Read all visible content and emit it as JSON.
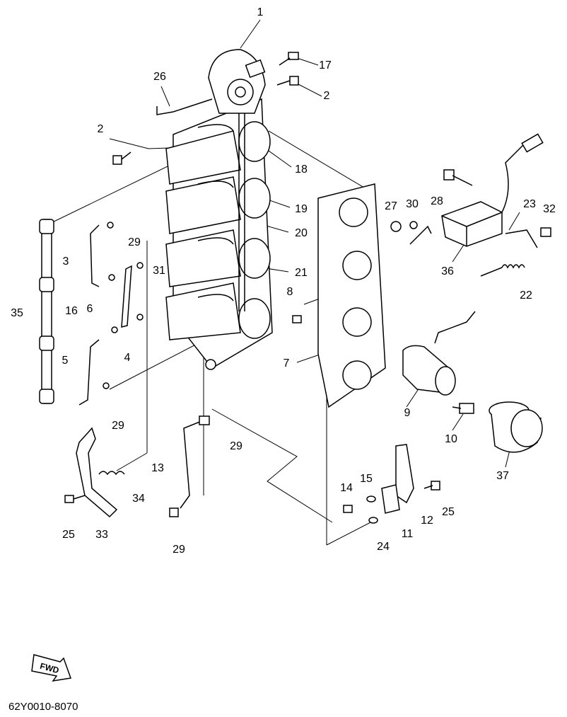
{
  "callouts": [
    {
      "id": "c1",
      "text": "1"
    },
    {
      "id": "c17",
      "text": "17"
    },
    {
      "id": "c26",
      "text": "26"
    },
    {
      "id": "c2a",
      "text": "2"
    },
    {
      "id": "c2b",
      "text": "2"
    },
    {
      "id": "c18",
      "text": "18"
    },
    {
      "id": "c19",
      "text": "19"
    },
    {
      "id": "c20",
      "text": "20"
    },
    {
      "id": "c21",
      "text": "21"
    },
    {
      "id": "c27",
      "text": "27"
    },
    {
      "id": "c30",
      "text": "30"
    },
    {
      "id": "c28",
      "text": "28"
    },
    {
      "id": "c23",
      "text": "23"
    },
    {
      "id": "c32",
      "text": "32"
    },
    {
      "id": "c36",
      "text": "36"
    },
    {
      "id": "c22",
      "text": "22"
    },
    {
      "id": "c29a",
      "text": "29"
    },
    {
      "id": "c3",
      "text": "3"
    },
    {
      "id": "c31",
      "text": "31"
    },
    {
      "id": "c35",
      "text": "35"
    },
    {
      "id": "c16",
      "text": "16"
    },
    {
      "id": "c6",
      "text": "6"
    },
    {
      "id": "c4",
      "text": "4"
    },
    {
      "id": "c5",
      "text": "5"
    },
    {
      "id": "c8",
      "text": "8"
    },
    {
      "id": "c7",
      "text": "7"
    },
    {
      "id": "c9",
      "text": "9"
    },
    {
      "id": "c10",
      "text": "10"
    },
    {
      "id": "c29b",
      "text": "29"
    },
    {
      "id": "c29c",
      "text": "29"
    },
    {
      "id": "c37",
      "text": "37"
    },
    {
      "id": "c13",
      "text": "13"
    },
    {
      "id": "c34",
      "text": "34"
    },
    {
      "id": "c14",
      "text": "14"
    },
    {
      "id": "c15",
      "text": "15"
    },
    {
      "id": "c25a",
      "text": "25"
    },
    {
      "id": "c25b",
      "text": "25"
    },
    {
      "id": "c33",
      "text": "33"
    },
    {
      "id": "c12",
      "text": "12"
    },
    {
      "id": "c11",
      "text": "11"
    },
    {
      "id": "c24",
      "text": "24"
    },
    {
      "id": "c29d",
      "text": "29"
    }
  ],
  "fwd_label": "FWD",
  "part_number": "62Y0010-8070"
}
